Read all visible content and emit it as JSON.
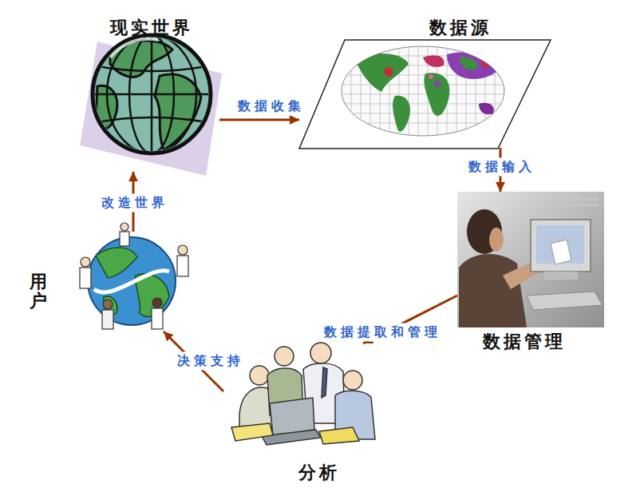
{
  "diagram": {
    "nodes": [
      {
        "text": [
          "现实世界"
        ]
      },
      {
        "text": [
          "数据源"
        ]
      },
      {
        "text": [
          "数据管理"
        ]
      },
      {
        "text": [
          "分析"
        ]
      },
      {
        "text": [
          "用户"
        ]
      }
    ],
    "edges": [
      {
        "from": 0,
        "to": 1,
        "label": "数据收集",
        "arrow": "to"
      },
      {
        "from": 1,
        "to": 2,
        "label": "数据输入",
        "arrow": "to"
      },
      {
        "from": 2,
        "to": 3,
        "label": "数据提取和管理",
        "arrow": "to"
      },
      {
        "from": 3,
        "to": 4,
        "label": "决策支持",
        "arrow": "to"
      },
      {
        "from": 4,
        "to": 0,
        "label": "改造世界",
        "arrow": "to"
      }
    ]
  }
}
